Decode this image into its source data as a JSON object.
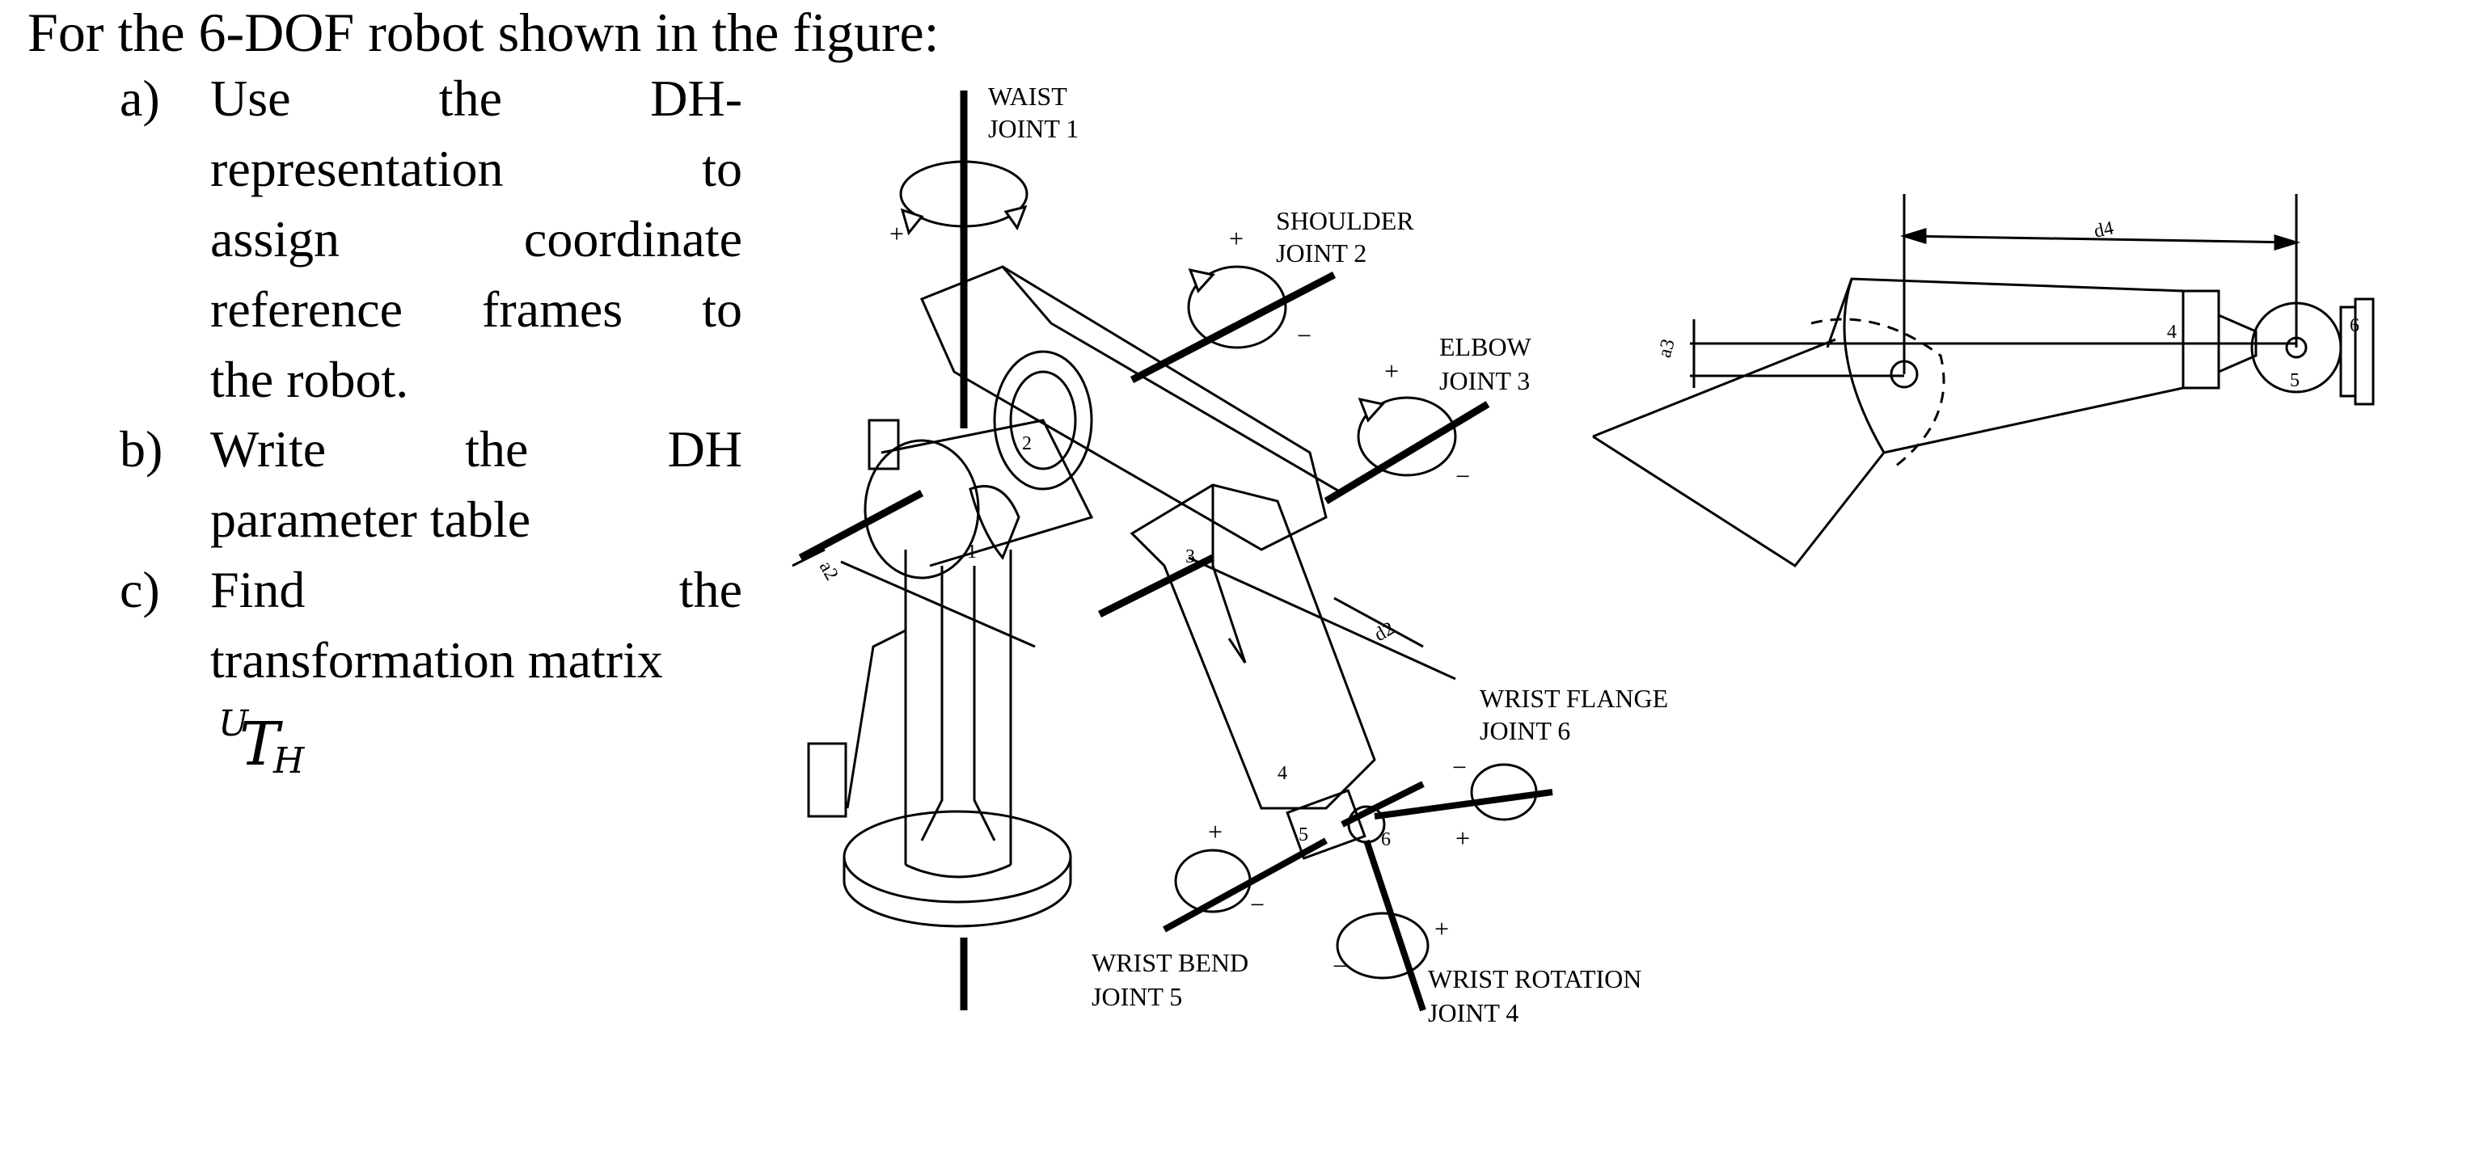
{
  "intro": "For the 6-DOF robot shown in the figure:",
  "questions": {
    "a": {
      "marker": "a)",
      "lines": [
        [
          "Use",
          "the",
          "DH-"
        ],
        [
          "representation",
          "to"
        ],
        [
          "assign",
          "coordinate"
        ],
        [
          "reference",
          "frames",
          "to"
        ],
        [
          "the robot."
        ]
      ]
    },
    "b": {
      "marker": "b)",
      "lines": [
        [
          "Write",
          "the",
          "DH"
        ],
        [
          "parameter table"
        ]
      ]
    },
    "c": {
      "marker": "c)",
      "lines": [
        [
          "Find",
          "the"
        ],
        [
          "transformation matrix"
        ]
      ],
      "matrix": {
        "superscript": "U",
        "symbol": "T",
        "subscript": "H"
      }
    }
  },
  "figure": {
    "labels": {
      "waist": [
        "WAIST",
        "JOINT 1"
      ],
      "shoulder": [
        "SHOULDER",
        "JOINT 2"
      ],
      "elbow": [
        "ELBOW",
        "JOINT 3"
      ],
      "wrist_flange": [
        "WRIST FLANGE",
        "JOINT 6"
      ],
      "wrist_bend": [
        "WRIST BEND",
        "JOINT 5"
      ],
      "wrist_rotation": [
        "WRIST ROTATION",
        "JOINT 4"
      ]
    },
    "dims": {
      "d4": "d4",
      "a3": "a3",
      "a2": "a2",
      "d2": "d2"
    },
    "link_numbers": [
      "1",
      "2",
      "3",
      "4",
      "5",
      "6"
    ],
    "signs": {
      "plus": "+",
      "minus": "−"
    }
  }
}
